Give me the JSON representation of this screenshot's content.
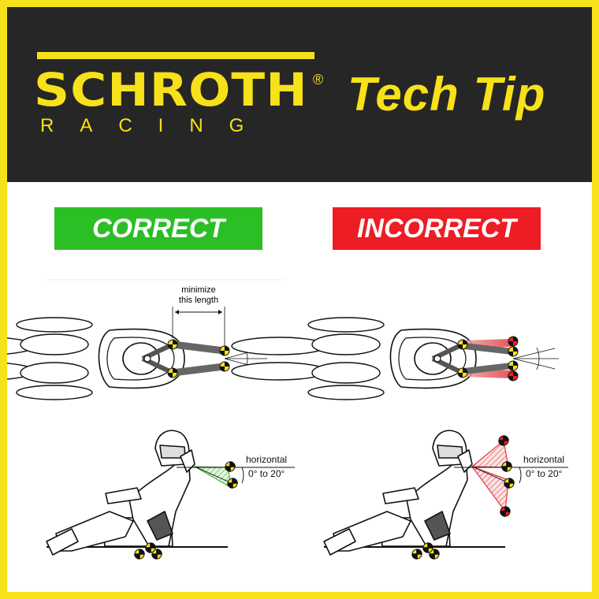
{
  "header": {
    "brand": "SCHROTH",
    "registered": "®",
    "brand_sub": "RACING",
    "title": "Tech Tip"
  },
  "correct": {
    "label": "CORRECT",
    "top_annotation_line1": "minimize",
    "top_annotation_line2": "this length",
    "side_label": "horizontal",
    "angle_label": "0° to 20°"
  },
  "incorrect": {
    "label": "INCORRECT",
    "side_label": "horizontal",
    "angle_label": "0° to 20°"
  },
  "colors": {
    "brand_yellow": "#f7e11a",
    "header_bg": "#262626",
    "correct_green": "#2bbf25",
    "incorrect_red": "#ee1c25"
  }
}
